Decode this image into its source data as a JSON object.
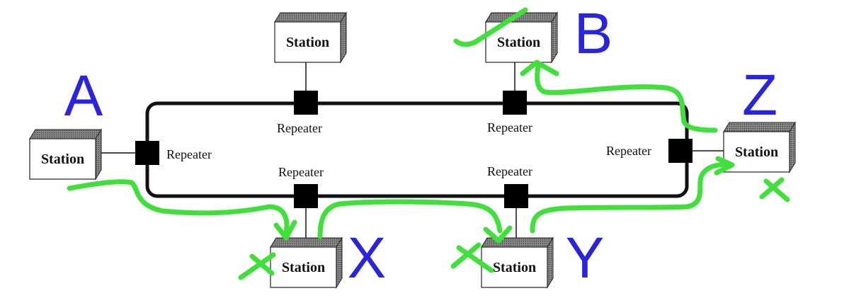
{
  "colors": {
    "annotation_letters": "#2a24e0",
    "annotation_strokes": "#3fe03a",
    "ring": "#111111",
    "station_shade": "#6e6e6e"
  },
  "labels": {
    "station": "Station",
    "repeater": "Repeater"
  },
  "stations": {
    "top_left": "Station",
    "top_right": "Station",
    "left": "Station",
    "right": "Station",
    "bottom_left": "Station",
    "bottom_right": "Station"
  },
  "repeaters": {
    "top_left": "Repeater",
    "top_right": "Repeater",
    "left": "Repeater",
    "right": "Repeater",
    "bottom_left": "Repeater",
    "bottom_right": "Repeater"
  },
  "annotations": {
    "A": "A",
    "B": "B",
    "Z": "Z",
    "X": "X",
    "Y": "Y"
  }
}
